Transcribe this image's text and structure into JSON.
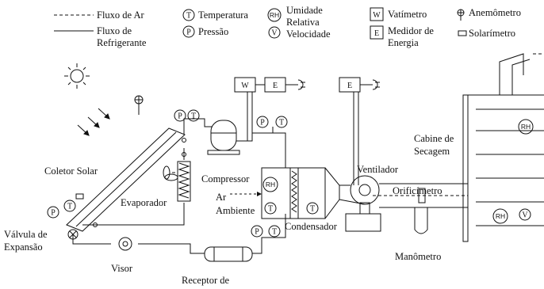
{
  "legend": {
    "fluxo_ar": "Fluxo de Ar",
    "fluxo_refrigerante_1": "Fluxo de",
    "fluxo_refrigerante_2": "Refrigerante",
    "temperatura": "Temperatura",
    "pressao": "Pressão",
    "umidade_1": "Umidade",
    "umidade_2": "Relativa",
    "velocidade": "Velocidade",
    "vatimetro": "Vatímetro",
    "medidor_1": "Medidor de",
    "medidor_2": "Energia",
    "anemometro": "Anemômetro",
    "solarimetro": "Solarímetro"
  },
  "symbols": {
    "T": "T",
    "P": "P",
    "RH": "RH",
    "V": "V",
    "W": "W",
    "E": "E"
  },
  "components": {
    "coletor_solar": "Coletor Solar",
    "evaporador": "Evaporador",
    "compressor": "Compressor",
    "ar_ambiente_1": "Ar",
    "ar_ambiente_2": "Ambiente",
    "condensador": "Condensador",
    "ventilador": "Ventilador",
    "orificimetro": "Orificímetro",
    "cabine_1": "Cabine de",
    "cabine_2": "Secagem",
    "manometro": "Manômetro",
    "valvula_1": "Válvula de",
    "valvula_2": "Expansão",
    "visor": "Visor",
    "receptor": "Receptor de"
  }
}
